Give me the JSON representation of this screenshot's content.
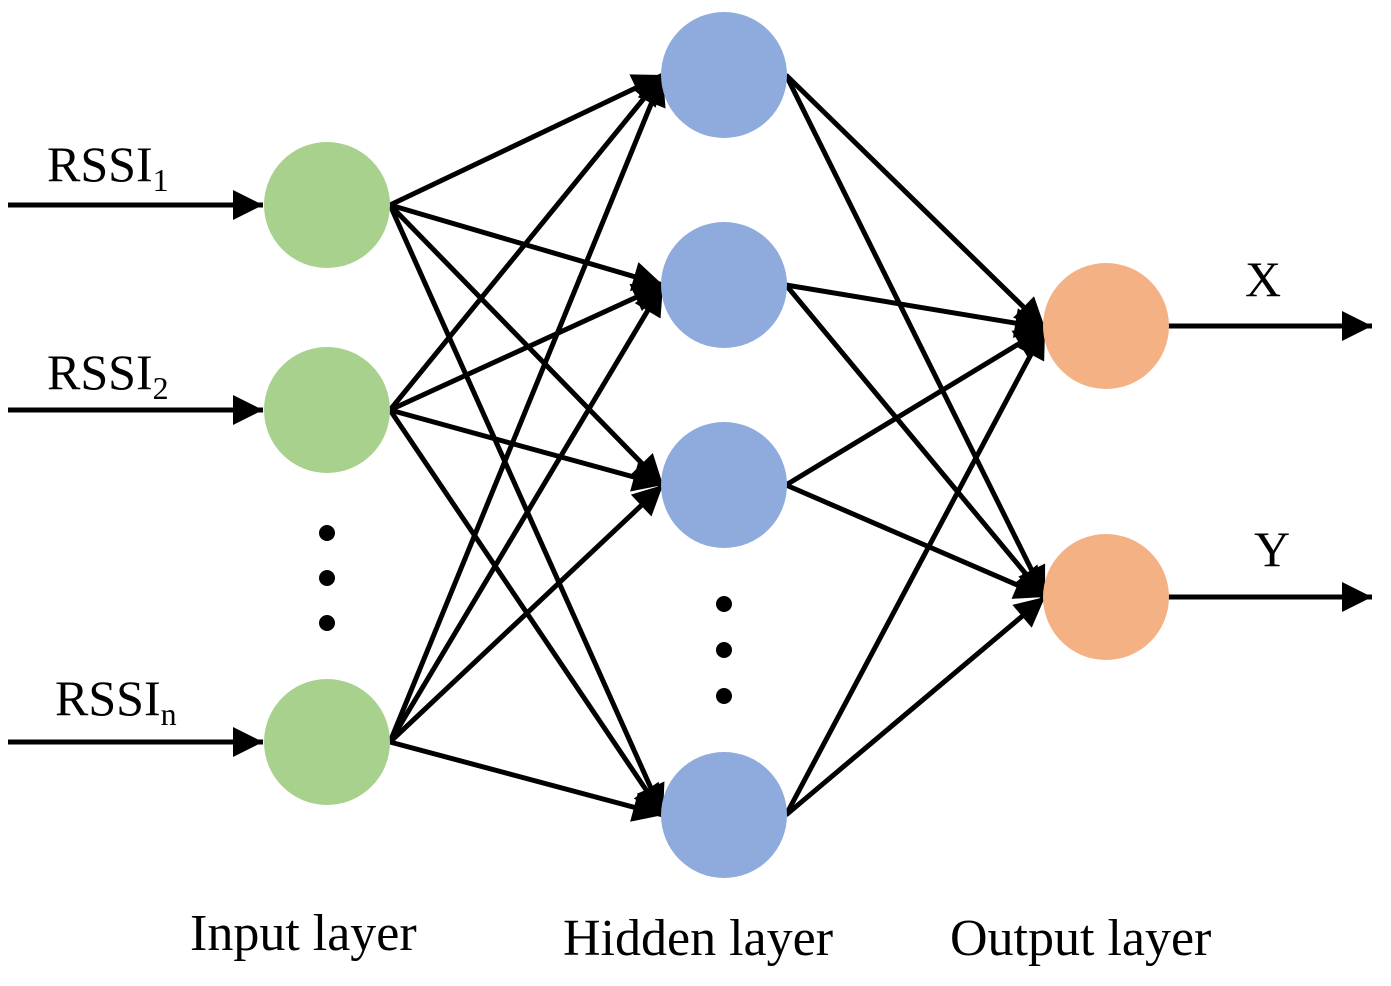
{
  "diagram": {
    "inputs": [
      {
        "label": "RSSI",
        "sub": "1"
      },
      {
        "label": "RSSI",
        "sub": "2"
      },
      {
        "label": "RSSI",
        "sub": "n"
      }
    ],
    "outputs": [
      {
        "label": "X"
      },
      {
        "label": "Y"
      }
    ],
    "layer_captions": {
      "input": "Input layer",
      "hidden": "Hidden layer",
      "output": "Output layer"
    },
    "colors": {
      "input_node": "#a9d18e",
      "hidden_node": "#8faadc",
      "output_node": "#f4b183",
      "edge": "#000000"
    }
  }
}
